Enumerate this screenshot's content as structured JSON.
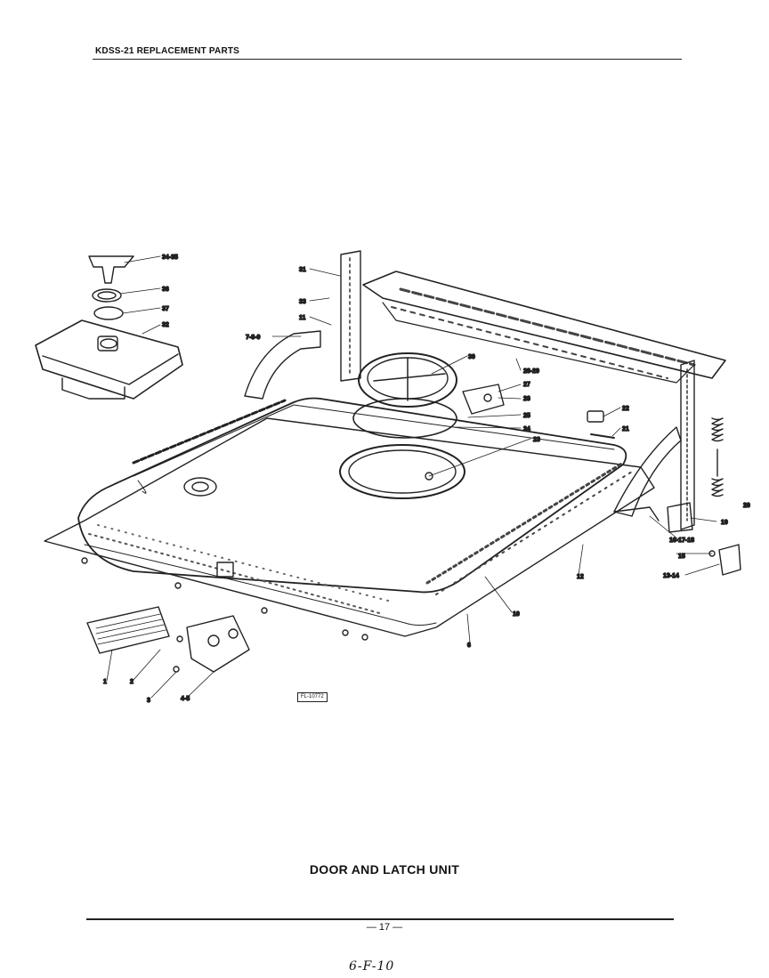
{
  "header": {
    "title": "KDSS-21 REPLACEMENT PARTS"
  },
  "diagram": {
    "figure_ref": "FL-10772",
    "callouts": {
      "c1": "1",
      "c2": "2",
      "c3": "3",
      "c4": "4-5",
      "c6": "6",
      "c7": "7-8-9",
      "c10": "10",
      "c11": "11",
      "c12": "12",
      "c13": "13-14",
      "c15": "15",
      "c16": "16-17-18",
      "c19": "19",
      "c20": "20",
      "c21": "21",
      "c22": "22",
      "c23": "23",
      "c24": "24",
      "c25": "25",
      "c26": "26",
      "c27": "27",
      "c28": "28-29",
      "c30": "30",
      "c31": "31",
      "c32": "32",
      "c33": "33",
      "c34": "34-35",
      "c36": "36",
      "c37": "37"
    }
  },
  "section": {
    "title": "DOOR AND LATCH UNIT"
  },
  "footer": {
    "page_number": "— 17 —",
    "handwritten_note": "6-F-10"
  }
}
